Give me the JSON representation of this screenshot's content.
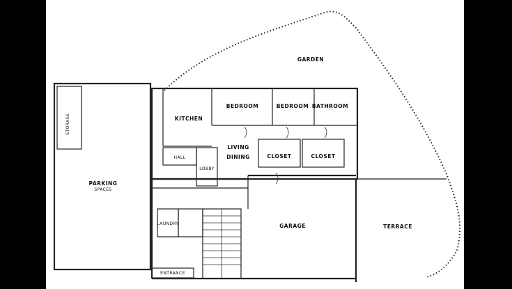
{
  "rooms": {
    "garden": "GARDEN",
    "terrace": "TERRACE",
    "parking": "PARKING",
    "parking_sub": "SPACES",
    "entrance": "ENTRANCE",
    "kitchen": "KITCHEN",
    "bedroom_1": "BEDROOM",
    "bedroom_2": "BEDROOM",
    "bathroom": "BATHROOM",
    "living": "LIVING",
    "dining": "DINING",
    "closet_1": "CLOSET",
    "closet_2": "CLOSET",
    "hall_a": "HALL",
    "hall_b": "LOBBY",
    "garage": "GARAGE",
    "laundry": "LAUNDRY",
    "storage": "STORAGE"
  }
}
